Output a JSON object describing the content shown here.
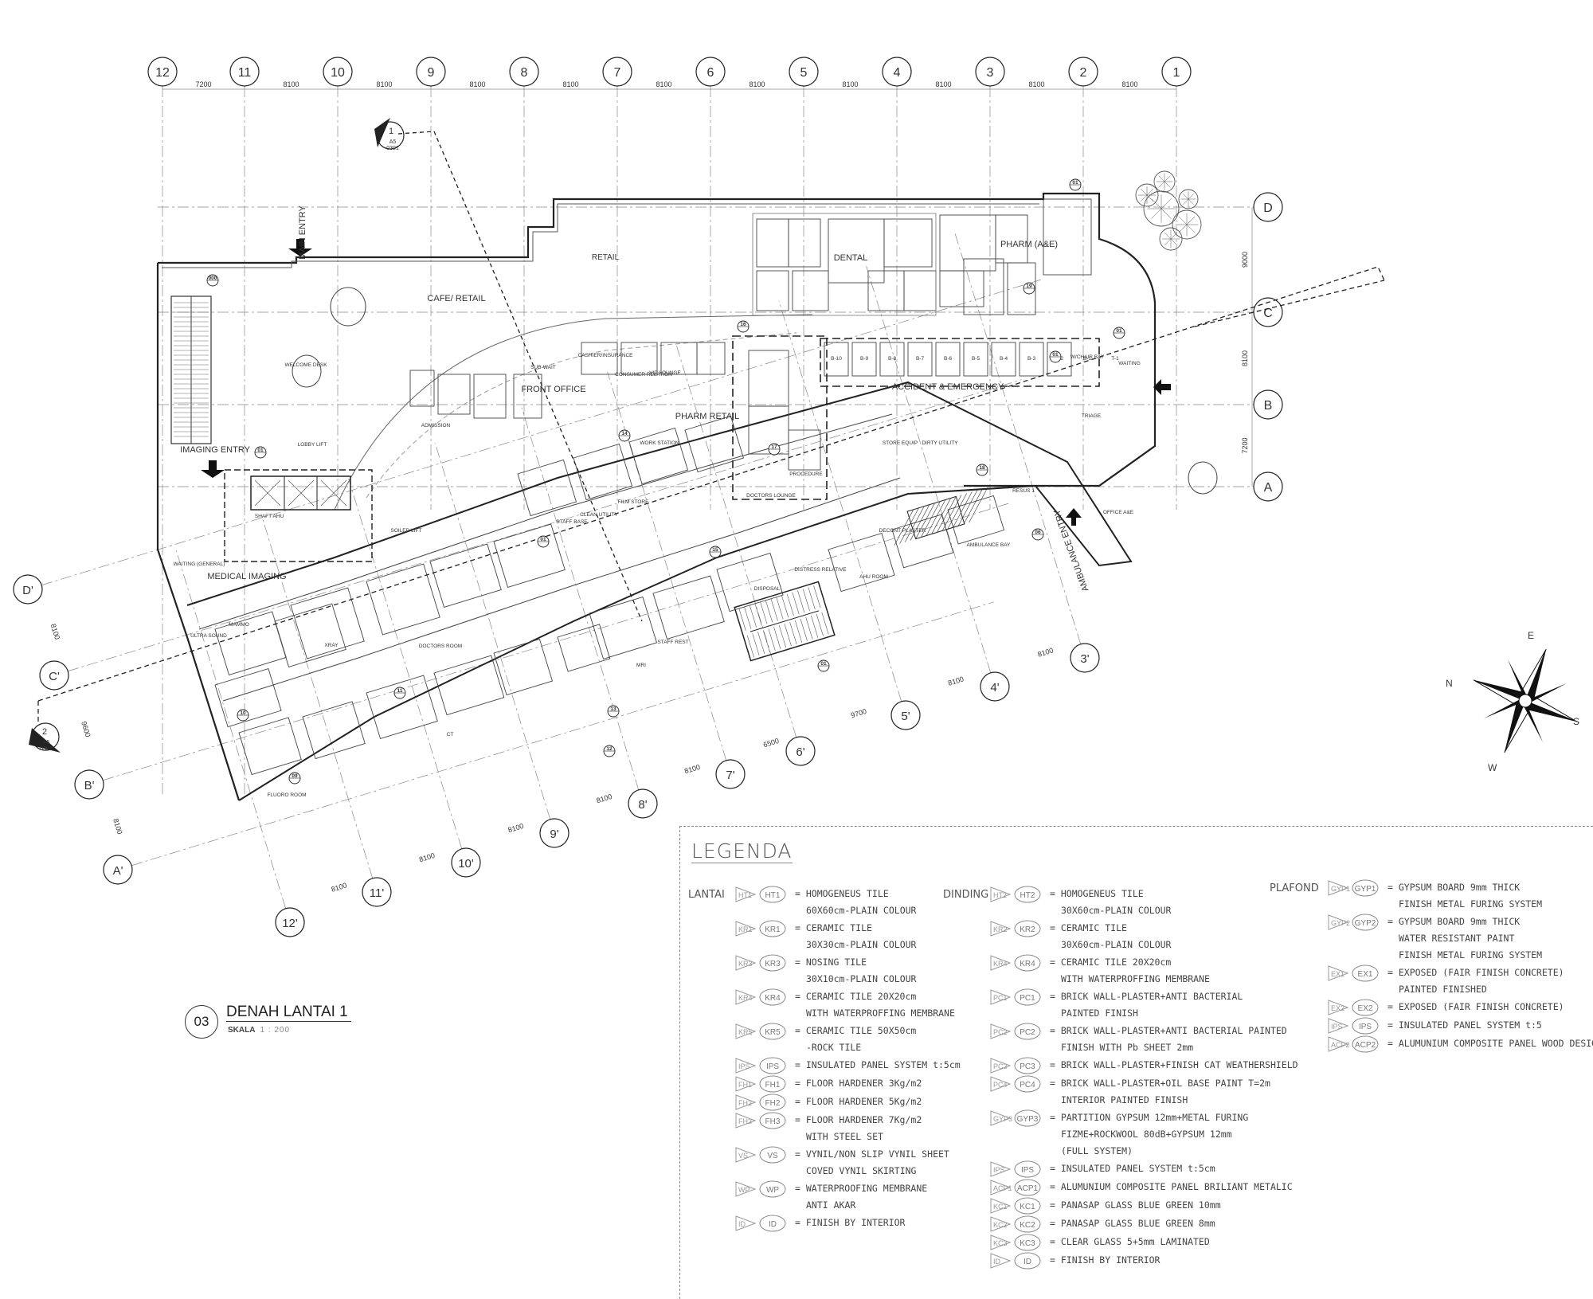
{
  "plan": {
    "grid_top": [
      "12",
      "11",
      "10",
      "9",
      "8",
      "7",
      "6",
      "5",
      "4",
      "3",
      "2",
      "1"
    ],
    "grid_top_dims": [
      "7200",
      "8100",
      "8100",
      "8100",
      "8100",
      "8100",
      "8100",
      "8100",
      "8100",
      "8100",
      "8100"
    ],
    "grid_right": [
      "D",
      "C",
      "B",
      "A"
    ],
    "grid_right_dims": [
      "9000",
      "8100",
      "7200"
    ],
    "grid_left": [
      "D'",
      "C'",
      "B'",
      "A'"
    ],
    "grid_left_dims": [
      "8100",
      "9600",
      "8100"
    ],
    "grid_bottom": [
      "3'",
      "4'",
      "5'",
      "6'",
      "7'",
      "8'",
      "9'",
      "10'",
      "11'",
      "12'"
    ],
    "grid_bottom_dims": [
      "8100",
      "8100",
      "9700",
      "6500",
      "8100",
      "8100",
      "8100",
      "8100",
      "8100"
    ],
    "section_1": {
      "number": "1",
      "ref": "A5",
      "sheet": "0301"
    },
    "section_2": {
      "number": "2",
      "ref": "A5",
      "sheet": "0302"
    },
    "compass": {
      "n": "N",
      "e": "E",
      "s": "S",
      "w": "W"
    },
    "main_labels": [
      {
        "id": "main-entry",
        "text": "MAIN ENTRY"
      },
      {
        "id": "cafe",
        "text": "CAFE/ RETAIL"
      },
      {
        "id": "retail",
        "text": "RETAIL"
      },
      {
        "id": "dental",
        "text": "DENTAL"
      },
      {
        "id": "pharm-ae",
        "text": "PHARM (A&E)"
      },
      {
        "id": "front-office",
        "text": "FRONT OFFICE"
      },
      {
        "id": "pharm-retail",
        "text": "PHARM RETAIL"
      },
      {
        "id": "accident",
        "text": "ACCIDENT & EMERGENCY"
      },
      {
        "id": "imaging-entry",
        "text": "IMAGING ENTRY"
      },
      {
        "id": "medical-imaging",
        "text": "MEDICAL IMAGING"
      },
      {
        "id": "ambulance-entry",
        "text": "AMBULANCE ENTRY"
      }
    ],
    "room_labels": [
      {
        "id": "welcome-desk",
        "text": "WELCOME DESK"
      },
      {
        "id": "lobby-lift",
        "text": "LOBBY LIFT"
      },
      {
        "id": "shaft-ahu",
        "text": "SHAFT AHU"
      },
      {
        "id": "soiled-lift",
        "text": "SOILED LIFT"
      },
      {
        "id": "admission",
        "text": "ADMISSION"
      },
      {
        "id": "sub-wait",
        "text": "SUB-WAIT"
      },
      {
        "id": "cashier",
        "text": "CASHIER/INSURANCE"
      },
      {
        "id": "consumer-relation",
        "text": "CONSUMER RELATION"
      },
      {
        "id": "vip-lounge",
        "text": "VIP LOUNGE"
      },
      {
        "id": "work-station",
        "text": "WORK STATION"
      },
      {
        "id": "staff-base",
        "text": "STAFF BASE"
      },
      {
        "id": "clean-utility",
        "text": "CLEAN UTILITY"
      },
      {
        "id": "film-store",
        "text": "FILM STORE"
      },
      {
        "id": "xray",
        "text": "XRAY"
      },
      {
        "id": "doctors-room",
        "text": "DOCTORS ROOM"
      },
      {
        "id": "mri",
        "text": "MRI"
      },
      {
        "id": "staff-rest",
        "text": "STAFF REST"
      },
      {
        "id": "ultra-sound",
        "text": "ULTRA SOUND"
      },
      {
        "id": "mammo",
        "text": "MAMMO"
      },
      {
        "id": "fluoro-room",
        "text": "FLUORO ROOM"
      },
      {
        "id": "ct",
        "text": "CT"
      },
      {
        "id": "waiting-general",
        "text": "WAITING (GENERAL)"
      },
      {
        "id": "triage",
        "text": "TRIAGE"
      },
      {
        "id": "resus",
        "text": "RESUS 1"
      },
      {
        "id": "ambulance-bay",
        "text": "AMBULANCE BAY"
      },
      {
        "id": "doctors-lounge",
        "text": "DOCTORS LOUNGE"
      },
      {
        "id": "procedure",
        "text": "PROCEDURE"
      },
      {
        "id": "store-equip",
        "text": "STORE EQUIP"
      },
      {
        "id": "dirty-utility",
        "text": "DIRTY UTILITY"
      },
      {
        "id": "waiting",
        "text": "WAITING"
      },
      {
        "id": "office-ae",
        "text": "OFFICE A&E"
      },
      {
        "id": "decont",
        "text": "DECONT PLASTER"
      },
      {
        "id": "distress",
        "text": "DISTRESS RELATIVE"
      },
      {
        "id": "ahu-room",
        "text": "AHU ROOM"
      },
      {
        "id": "disposal",
        "text": "DISPOSAL"
      },
      {
        "id": "wchair-bay",
        "text": "W/CHAIR BAY"
      }
    ],
    "room_markers": [
      "000",
      "01",
      "01",
      "01",
      "01",
      "01",
      "01",
      "06",
      "09",
      "10",
      "11",
      "12",
      "13",
      "14",
      "15",
      "16",
      "17",
      "18",
      "19"
    ],
    "bed_labels": [
      "B-10",
      "B-9",
      "B-8",
      "B-7",
      "B-6",
      "B-5",
      "B-4",
      "B-3",
      "B-2",
      "B-1",
      "T-1"
    ]
  },
  "title": {
    "number": "03",
    "name": "DENAH LANTAI 1",
    "scale_label": "SKALA",
    "scale_value": "1 : 200"
  },
  "legend": {
    "title": "LEGENDA",
    "groups": [
      {
        "id": "lantai",
        "label": "LANTAI",
        "items": [
          {
            "code": "HT1",
            "lines": [
              "= HOMOGENEUS TILE",
              "60X60cm-PLAIN COLOUR"
            ]
          },
          {
            "code": "KR1",
            "lines": [
              "= CERAMIC TILE",
              "30X30cm-PLAIN COLOUR"
            ]
          },
          {
            "code": "KR3",
            "lines": [
              "= NOSING TILE",
              "30X10cm-PLAIN COLOUR"
            ]
          },
          {
            "code": "KR4",
            "lines": [
              "= CERAMIC TILE 20X20cm",
              "WITH WATERPROFFING MEMBRANE"
            ]
          },
          {
            "code": "KR5",
            "lines": [
              "= CERAMIC TILE 50X50cm",
              "-ROCK TILE"
            ]
          },
          {
            "code": "IPS",
            "lines": [
              "= INSULATED PANEL SYSTEM t:5cm"
            ]
          },
          {
            "code": "FH1",
            "lines": [
              "= FLOOR HARDENER 3Kg/m2"
            ]
          },
          {
            "code": "FH2",
            "lines": [
              "= FLOOR HARDENER 5Kg/m2"
            ]
          },
          {
            "code": "FH3",
            "lines": [
              "= FLOOR HARDENER 7Kg/m2",
              "WITH STEEL SET"
            ]
          },
          {
            "code": "VS",
            "lines": [
              "= VYNIL/NON SLIP VYNIL SHEET",
              "COVED VYNIL SKIRTING"
            ]
          },
          {
            "code": "WP",
            "lines": [
              "= WATERPROOFING MEMBRANE",
              "ANTI AKAR"
            ]
          },
          {
            "code": "ID",
            "lines": [
              "= FINISH BY INTERIOR"
            ]
          }
        ]
      },
      {
        "id": "dinding",
        "label": "DINDING",
        "items": [
          {
            "code": "HT2",
            "lines": [
              "= HOMOGENEUS TILE",
              "30X60cm-PLAIN COLOUR"
            ]
          },
          {
            "code": "KR2",
            "lines": [
              "= CERAMIC TILE",
              "30X60cm-PLAIN COLOUR"
            ]
          },
          {
            "code": "KR4",
            "lines": [
              "= CERAMIC TILE 20X20cm",
              "WITH WATERPROFFING MEMBRANE"
            ]
          },
          {
            "code": "PC1",
            "lines": [
              "= BRICK WALL-PLASTER+ANTI BACTERIAL",
              "PAINTED FINISH"
            ]
          },
          {
            "code": "PC2",
            "lines": [
              "= BRICK WALL-PLASTER+ANTI BACTERIAL PAINTED",
              "FINISH WITH Pb SHEET 2mm"
            ]
          },
          {
            "code": "PC3",
            "lines": [
              "= BRICK WALL-PLASTER+FINISH CAT WEATHERSHIELD"
            ]
          },
          {
            "code": "PC4",
            "lines": [
              "= BRICK WALL-PLASTER+OIL BASE PAINT T=2m",
              "INTERIOR PAINTED FINISH"
            ]
          },
          {
            "code": "GYP3",
            "lines": [
              "= PARTITION GYPSUM 12mm+METAL FURING",
              "FIZME+ROCKWOOL 80dB+GYPSUM 12mm",
              "(FULL SYSTEM)"
            ]
          },
          {
            "code": "IPS",
            "lines": [
              "= INSULATED PANEL SYSTEM t:5cm"
            ]
          },
          {
            "code": "ACP1",
            "lines": [
              "= ALUMUNIUM COMPOSITE PANEL BRILIANT METALIC"
            ]
          },
          {
            "code": "KC1",
            "lines": [
              "= PANASAP GLASS BLUE GREEN 10mm"
            ]
          },
          {
            "code": "KC2",
            "lines": [
              "= PANASAP GLASS BLUE GREEN 8mm"
            ]
          },
          {
            "code": "KC3",
            "lines": [
              "= CLEAR GLASS 5+5mm LAMINATED"
            ]
          },
          {
            "code": "ID",
            "lines": [
              "= FINISH BY INTERIOR"
            ]
          }
        ]
      },
      {
        "id": "plafond",
        "label": "PLAFOND",
        "items": [
          {
            "code": "GYP1",
            "lines": [
              "= GYPSUM BOARD 9mm THICK",
              "FINISH METAL FURING SYSTEM"
            ]
          },
          {
            "code": "GYP2",
            "lines": [
              "= GYPSUM BOARD 9mm THICK",
              "WATER RESISTANT PAINT",
              "FINISH METAL FURING SYSTEM"
            ]
          },
          {
            "code": "EX1",
            "lines": [
              "= EXPOSED (FAIR FINISH CONCRETE)",
              "PAINTED FINISHED"
            ]
          },
          {
            "code": "EX2",
            "lines": [
              "= EXPOSED (FAIR FINISH CONCRETE)"
            ]
          },
          {
            "code": "IPS",
            "lines": [
              "= INSULATED PANEL SYSTEM t:5"
            ]
          },
          {
            "code": "ACP2",
            "lines": [
              "= ALUMUNIUM COMPOSITE PANEL WOOD DESIGN"
            ]
          }
        ]
      }
    ]
  }
}
